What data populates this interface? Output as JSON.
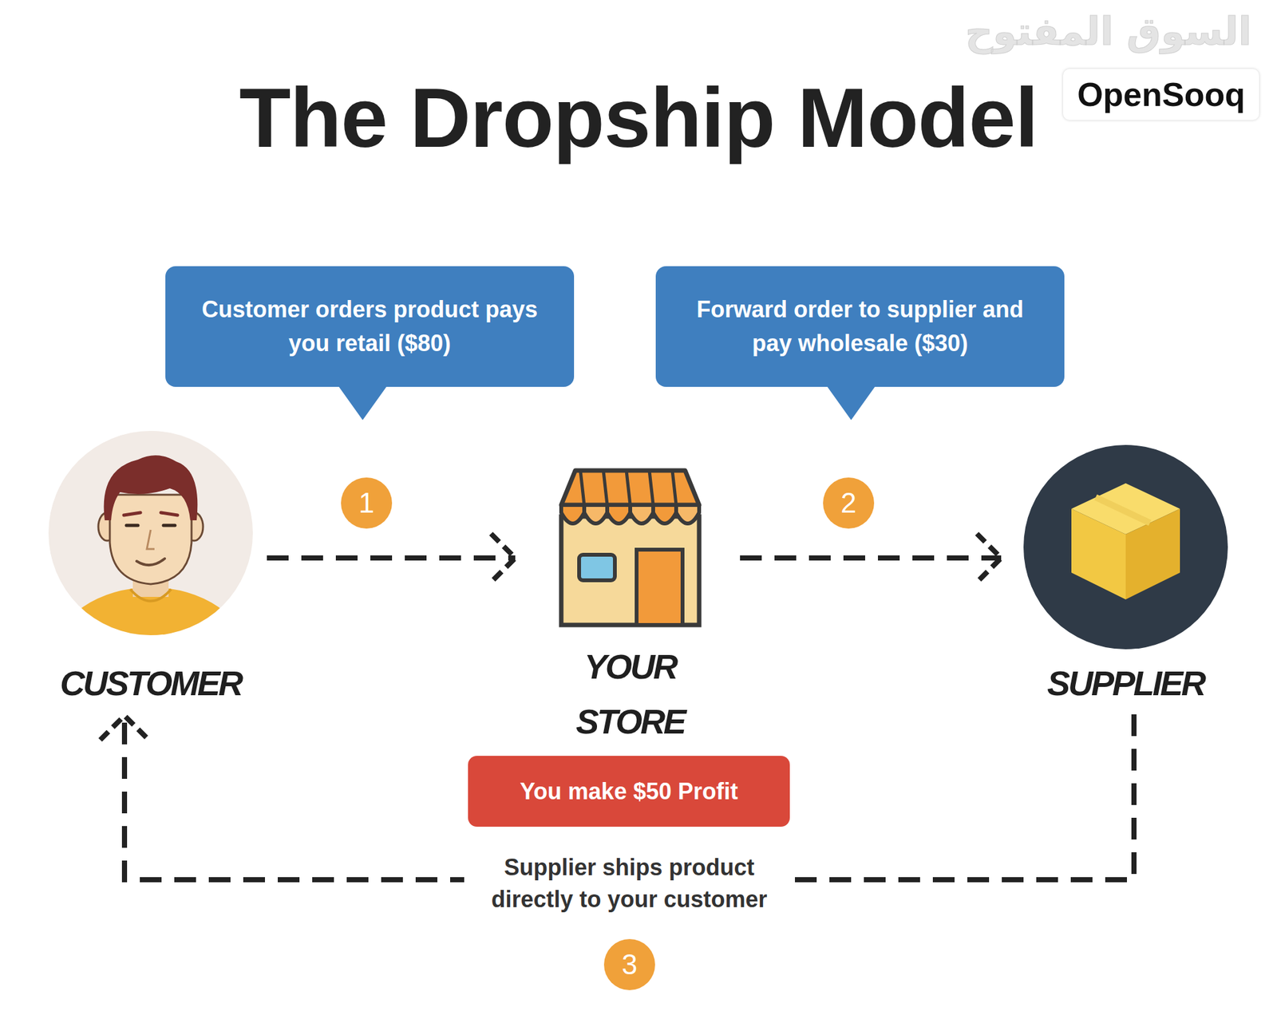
{
  "diagram": {
    "title": "The Dropship Model",
    "nodes": [
      {
        "text": [
          "Customer orders product pays you retail ($80)"
        ]
      },
      {
        "text": [
          "Forward order to supplier and pay wholesale ($30)"
        ]
      },
      {
        "text": [
          "CUSTOMER"
        ]
      },
      {
        "text": [
          "YOUR STORE"
        ]
      },
      {
        "text": [
          "SUPPLIER"
        ]
      },
      {
        "text": [
          "You make $50 Profit"
        ]
      }
    ],
    "edges": [
      {
        "from": 2,
        "to": 3,
        "arrow": "to"
      },
      {
        "from": 3,
        "to": 4,
        "arrow": "to"
      },
      {
        "from": 4,
        "to": 2,
        "arrow": "to",
        "label": "Supplier ships product directly to your customer"
      }
    ],
    "labels": [
      "1",
      "2",
      "3",
      "السوق المفتوح",
      "OpenSooq"
    ]
  }
}
